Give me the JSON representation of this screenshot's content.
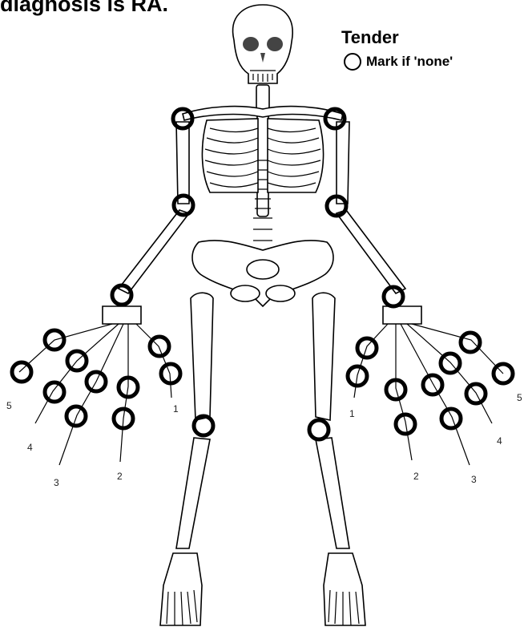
{
  "header": {
    "text": "diagnosis is RA."
  },
  "legend": {
    "title": "Tender",
    "none_label": "Mark if 'none'"
  },
  "finger_labels": {
    "left": [
      "5",
      "4",
      "3",
      "2",
      "1"
    ],
    "right": [
      "1",
      "2",
      "3",
      "4",
      "5"
    ]
  },
  "joints": [
    "right-shoulder",
    "left-shoulder",
    "right-elbow",
    "left-elbow",
    "right-wrist",
    "left-wrist",
    "right-knee",
    "left-knee",
    "right-mcp-1",
    "right-ip-1",
    "right-mcp-2",
    "right-pip-2",
    "right-mcp-3",
    "right-pip-3",
    "right-mcp-4",
    "right-pip-4",
    "right-mcp-5",
    "right-pip-5",
    "left-mcp-1",
    "left-ip-1",
    "left-mcp-2",
    "left-pip-2",
    "left-mcp-3",
    "left-pip-3",
    "left-mcp-4",
    "left-pip-4",
    "left-mcp-5",
    "left-pip-5"
  ],
  "colors": {
    "joint_stroke": "#000000",
    "bone_fill": "#ffffff"
  }
}
